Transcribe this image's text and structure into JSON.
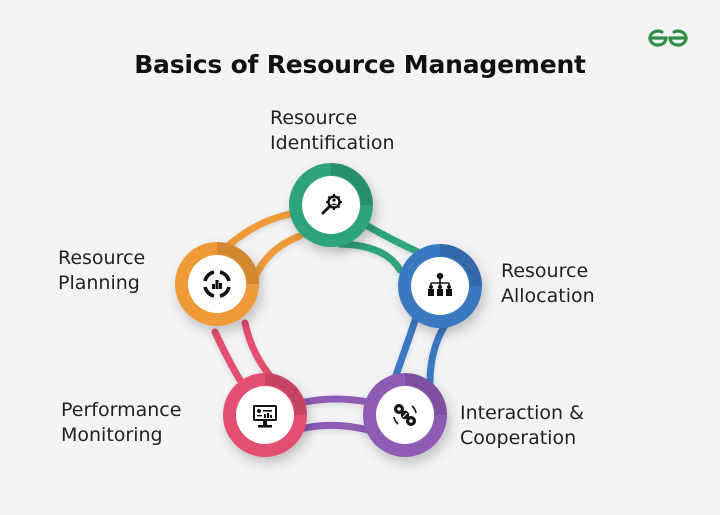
{
  "title": "Basics of Resource Management",
  "logo": {
    "icon": "gfg-logo-icon",
    "color": "#2f8d46"
  },
  "nodes": [
    {
      "id": "identification",
      "line1": "Resource",
      "line2": "Identification",
      "icon": "search-gear-icon",
      "color": "#2fa37d"
    },
    {
      "id": "allocation",
      "line1": "Resource",
      "line2": "Allocation",
      "icon": "hierarchy-icon",
      "color": "#3a78c2"
    },
    {
      "id": "interaction",
      "line1": "Interaction &",
      "line2": "Cooperation",
      "icon": "gears-cycle-icon",
      "color": "#8e5bb5"
    },
    {
      "id": "monitoring",
      "line1": "Performance",
      "line2": "Monitoring",
      "icon": "monitor-chart-icon",
      "color": "#e2506f"
    },
    {
      "id": "planning",
      "line1": "Resource",
      "line2": "Planning",
      "icon": "chart-cycle-icon",
      "color": "#ef9a37"
    }
  ]
}
